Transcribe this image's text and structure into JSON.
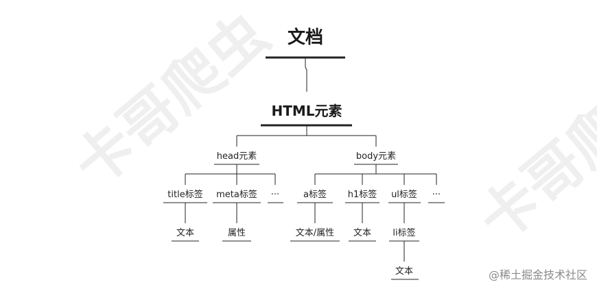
{
  "watermark": {
    "left": "卡哥爬虫",
    "right": "卡哥爬"
  },
  "tree": {
    "root": "文档",
    "level1": "HTML元素",
    "head": "head元素",
    "body": "body元素",
    "head_children": [
      "title标签",
      "meta标签",
      "..."
    ],
    "body_children": [
      "a标签",
      "h1标签",
      "ul标签",
      "..."
    ],
    "leaves": {
      "title": "文本",
      "meta": "属性",
      "a": "文本/属性",
      "h1": "文本",
      "ul": "li标签",
      "li": "文本"
    }
  },
  "credit": "@稀土掘金技术社区"
}
